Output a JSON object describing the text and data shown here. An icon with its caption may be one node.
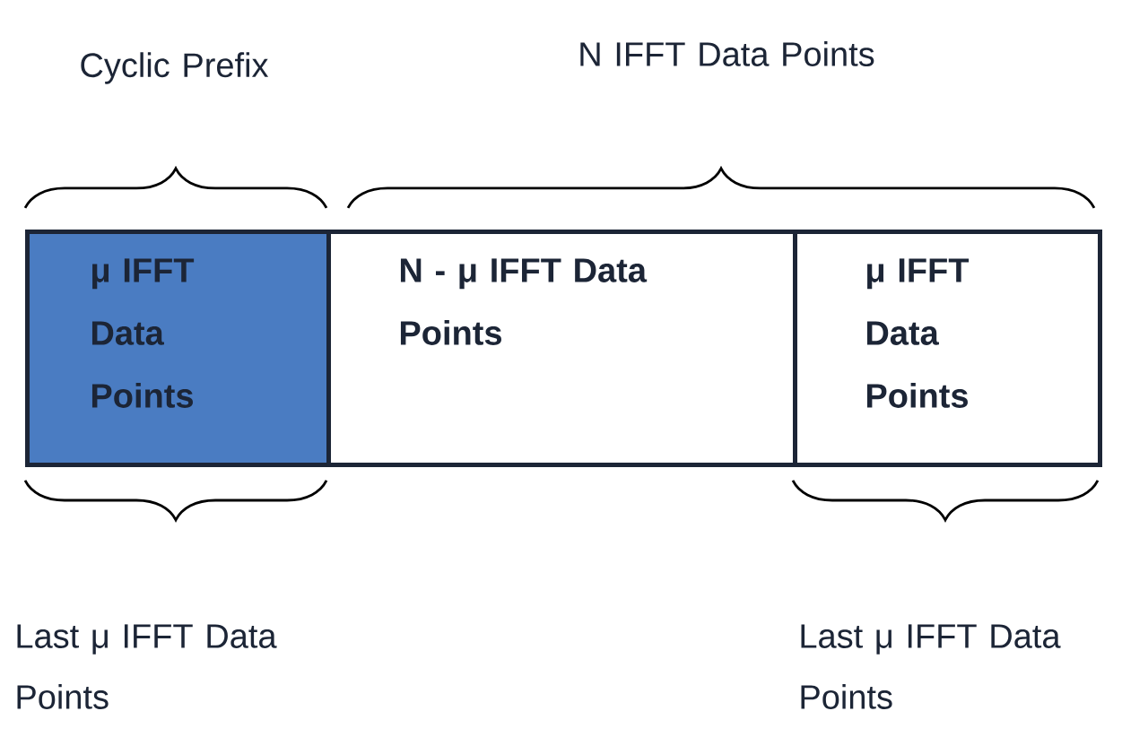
{
  "diagram": {
    "nodes": [
      {
        "text": [
          "μ IFFT Data Points"
        ]
      },
      {
        "text": [
          "N - μ IFFT Data Points"
        ]
      },
      {
        "text": [
          "μ IFFT Data Points"
        ]
      }
    ],
    "edges": [],
    "labels": [
      "Cyclic Prefix",
      "N IFFT Data Points",
      "Last μ IFFT Data Points",
      "Last μ IFFT Data Points"
    ]
  }
}
